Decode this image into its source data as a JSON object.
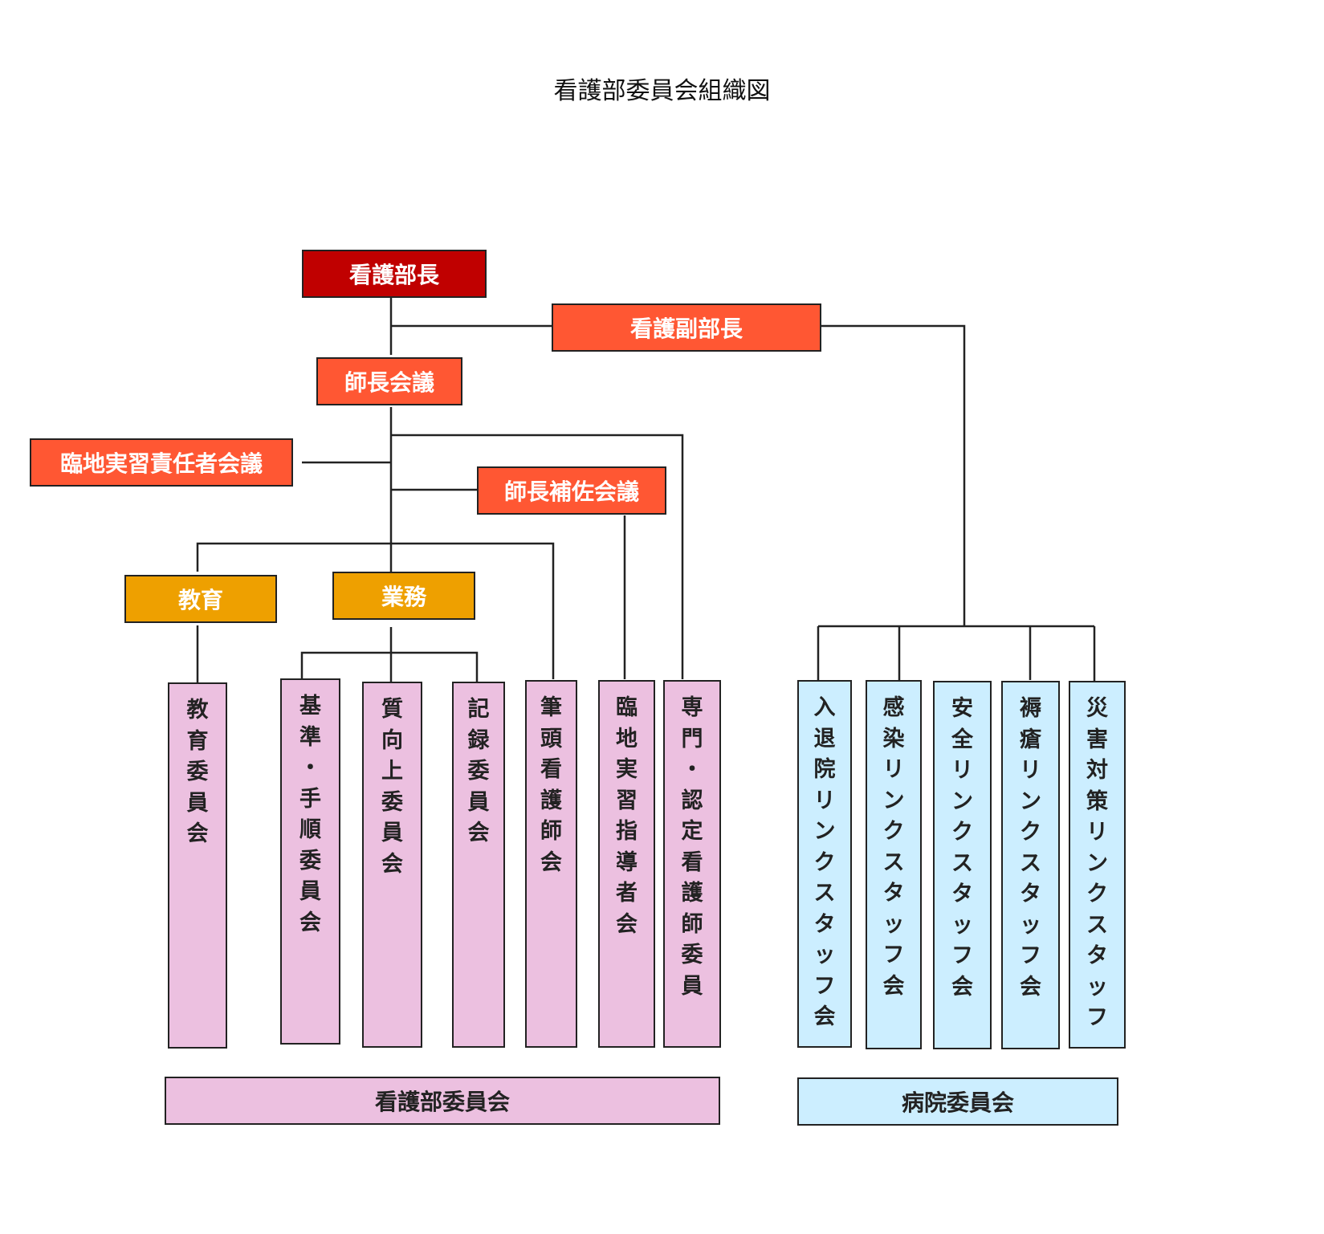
{
  "title": "看護部委員会組織図",
  "nodes": {
    "head": "看護部長",
    "deputy": "看護副部長",
    "chief_meeting": "師長会議",
    "clinical_training_meeting": "臨地実習責任者会議",
    "assistant_chief_meeting": "師長補佐会議",
    "education": "教育",
    "operations": "業務"
  },
  "committees": [
    "教育委員会",
    "基準・手順委員会",
    "質向上委員会",
    "記録委員会",
    "筆頭看護師会",
    "臨地実習指導者会",
    "専門・認定看護師委員"
  ],
  "hospital_committees": [
    "入退院リンクスタッフ会",
    "感染リンクスタッフ会",
    "安全リンクスタッフ会",
    "褥瘡リンクスタッフ会",
    "災害対策リンクスタッフ"
  ],
  "footers": {
    "nursing": "看護部委員会",
    "hospital": "病院委員会"
  },
  "colors": {
    "head": "#c00000",
    "sub": "#ff5733",
    "dept": "#eea000",
    "nursing_committee": "#ecc0e0",
    "hospital_committee": "#cceeff"
  }
}
